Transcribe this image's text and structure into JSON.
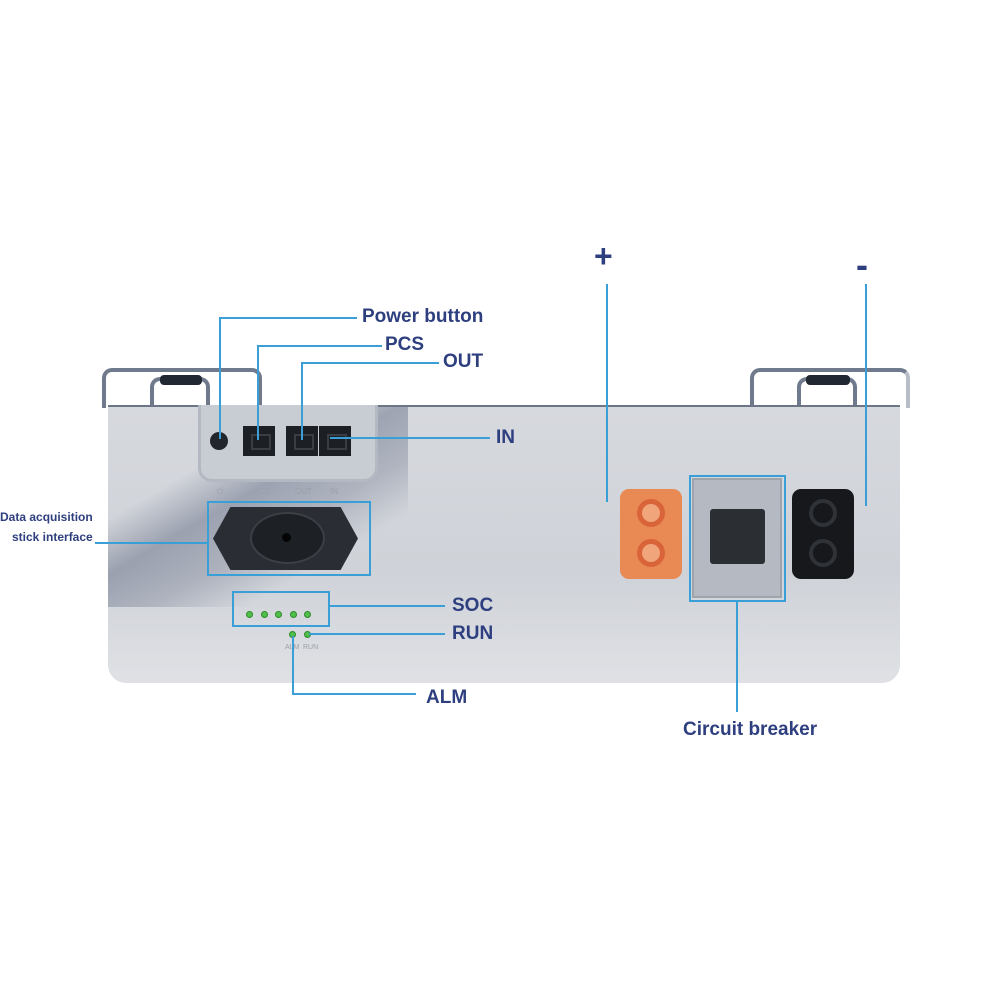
{
  "labels": {
    "plus": "+",
    "minus": "-",
    "power_button": "Power button",
    "pcs": "PCS",
    "out": "OUT",
    "in": "IN",
    "data_acq_line1": "Data acquisition",
    "data_acq_line2": "stick interface",
    "soc": "SOC",
    "run": "RUN",
    "alm": "ALM",
    "circuit_breaker": "Circuit breaker"
  },
  "panel_print": {
    "power_symbol": "⏻",
    "pcs": "PCS",
    "out": "OUT",
    "in": "IN",
    "alm": "ALM",
    "run": "RUN"
  },
  "colors": {
    "label": "#2e3f7f",
    "callout": "#3a9fd6",
    "positive_terminal": "#e98a55",
    "negative_terminal": "#16181b",
    "led": "#4fbf4a"
  }
}
